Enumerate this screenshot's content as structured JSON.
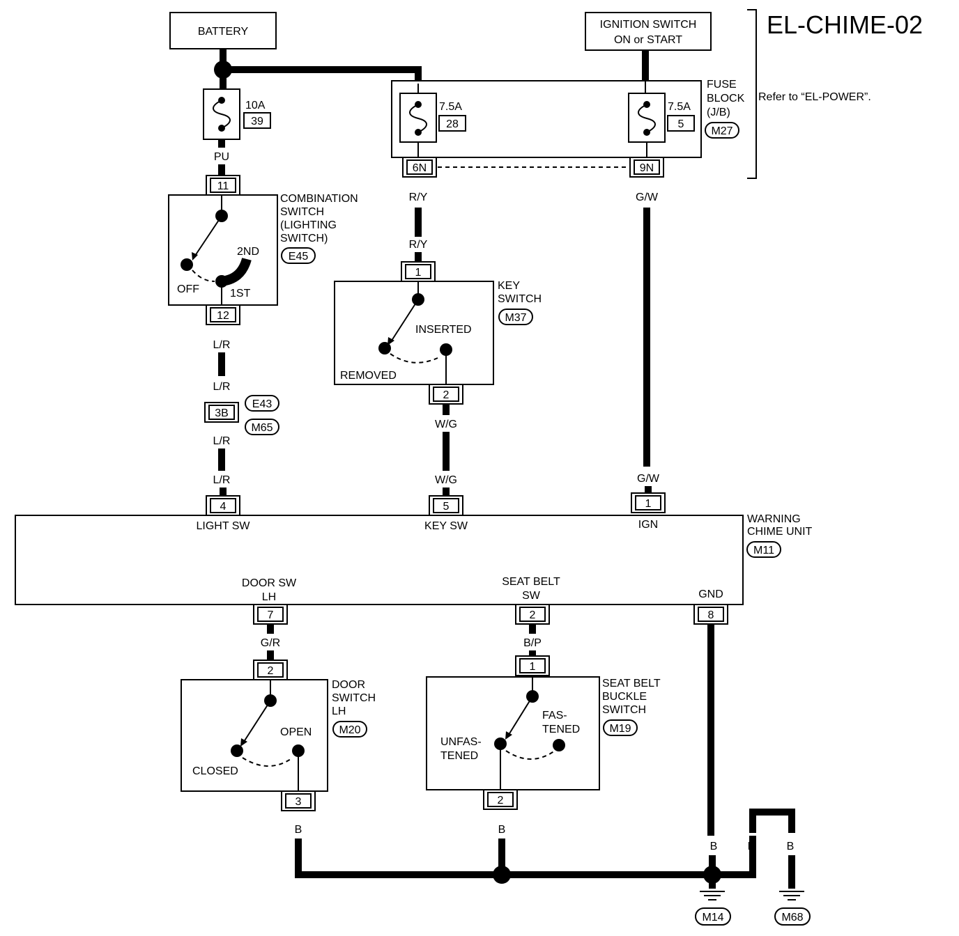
{
  "title": "EL-CHIME-02",
  "refer_note": "Refer to “EL-POWER”.",
  "battery": "BATTERY",
  "ignition": {
    "line1": "IGNITION SWITCH",
    "line2": "ON or START"
  },
  "fuse_block": {
    "line1": "FUSE",
    "line2": "BLOCK",
    "line3": "(J/B)",
    "conn": "M27"
  },
  "fuses": [
    {
      "amp": "10A",
      "num": "39"
    },
    {
      "amp": "7.5A",
      "num": "28"
    },
    {
      "amp": "7.5A",
      "num": "5"
    }
  ],
  "terminals": {
    "fb_6n": "6N",
    "fb_9n": "9N",
    "comb_in": "11",
    "comb_out": "12",
    "key_in": "1",
    "key_out": "2",
    "joint": "3B",
    "wcu_light": "4",
    "wcu_key": "5",
    "wcu_ign": "1",
    "wcu_door": "7",
    "wcu_belt": "2",
    "wcu_gnd": "8",
    "door_in": "2",
    "door_out": "3",
    "belt_in": "1",
    "belt_out": "2"
  },
  "wires": {
    "pu": "PU",
    "ry": "R/Y",
    "gw": "G/W",
    "lr": "L/R",
    "wg": "W/G",
    "gr": "G/R",
    "bp": "B/P",
    "b": "B"
  },
  "combination_switch": {
    "line1": "COMBINATION",
    "line2": "SWITCH",
    "line3": "(LIGHTING",
    "line4": "SWITCH)",
    "conn": "E45",
    "pos_2nd": "2ND",
    "pos_off": "OFF",
    "pos_1st": "1ST"
  },
  "joint_conn": {
    "a": "E43",
    "b": "M65"
  },
  "key_switch": {
    "line1": "KEY",
    "line2": "SWITCH",
    "conn": "M37",
    "inserted": "INSERTED",
    "removed": "REMOVED"
  },
  "warning_chime": {
    "line1": "WARNING",
    "line2": "CHIME UNIT",
    "conn": "M11",
    "light_sw": "LIGHT SW",
    "key_sw": "KEY SW",
    "ign": "IGN",
    "door_sw1": "DOOR SW",
    "door_sw2": "LH",
    "belt_sw1": "SEAT BELT",
    "belt_sw2": "SW",
    "gnd": "GND"
  },
  "door_switch": {
    "line1": "DOOR",
    "line2": "SWITCH",
    "line3": "LH",
    "conn": "M20",
    "open": "OPEN",
    "closed": "CLOSED"
  },
  "belt_switch": {
    "line1": "SEAT BELT",
    "line2": "BUCKLE",
    "line3": "SWITCH",
    "conn": "M19",
    "fastened1": "FAS-",
    "fastened2": "TENED",
    "unfastened1": "UNFAS-",
    "unfastened2": "TENED"
  },
  "grounds": {
    "g1": "M14",
    "g2": "M68"
  }
}
